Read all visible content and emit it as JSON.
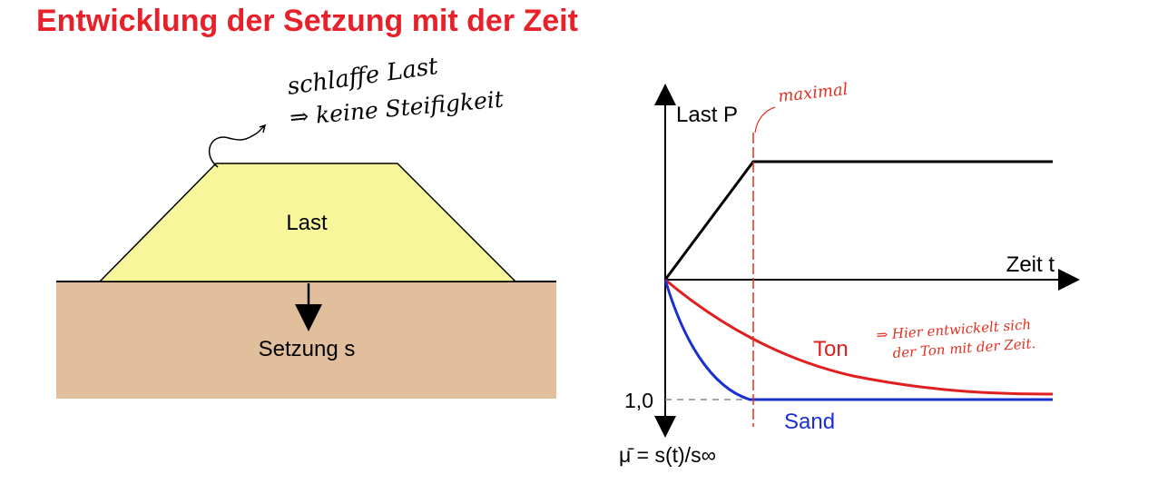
{
  "title": "Entwicklung der Setzung mit der Zeit",
  "embankment": {
    "load_label": "Last",
    "settlement_label": "Setzung s",
    "fill_color": "#f8f69a",
    "soil_color": "#e2bf9c"
  },
  "handwritten": {
    "note_line1": "schlaffe Last",
    "note_line2": "⇒ keine Steifigkeit",
    "maximal": "maximal",
    "ton_note_line1": "⇒ Hier entwickelt sich",
    "ton_note_line2": "der Ton mit der Zeit."
  },
  "chart_data": {
    "type": "line",
    "y_label_top": "Last P",
    "x_label": "Zeit t",
    "y_label_bottom": "μ̄ = s(t)/s∞",
    "tick_label": "1,0",
    "series": [
      {
        "name": "Ton",
        "color": "#e02020"
      },
      {
        "name": "Sand",
        "color": "#1a2fd0"
      }
    ],
    "load_color": "#000000",
    "marker_color": "#e03020"
  }
}
